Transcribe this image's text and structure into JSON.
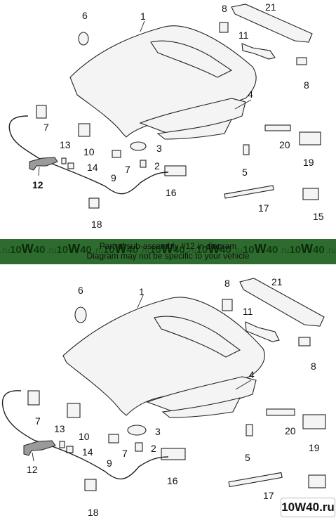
{
  "watermark": {
    "site_prefix": ".ru",
    "site_num1": "10",
    "site_letter": "W",
    "site_num2": "40",
    "badge_text": "10W40.ru"
  },
  "banner": {
    "line1": "Part of sub-assembly #12 in diagram",
    "line2": "Diagram may not be specific to your vehicle"
  },
  "callouts": [
    "1",
    "2",
    "3",
    "4",
    "5",
    "6",
    "7",
    "7",
    "8",
    "8",
    "9",
    "10",
    "11",
    "12",
    "13",
    "14",
    "15",
    "16",
    "17",
    "18",
    "19",
    "20",
    "21"
  ]
}
